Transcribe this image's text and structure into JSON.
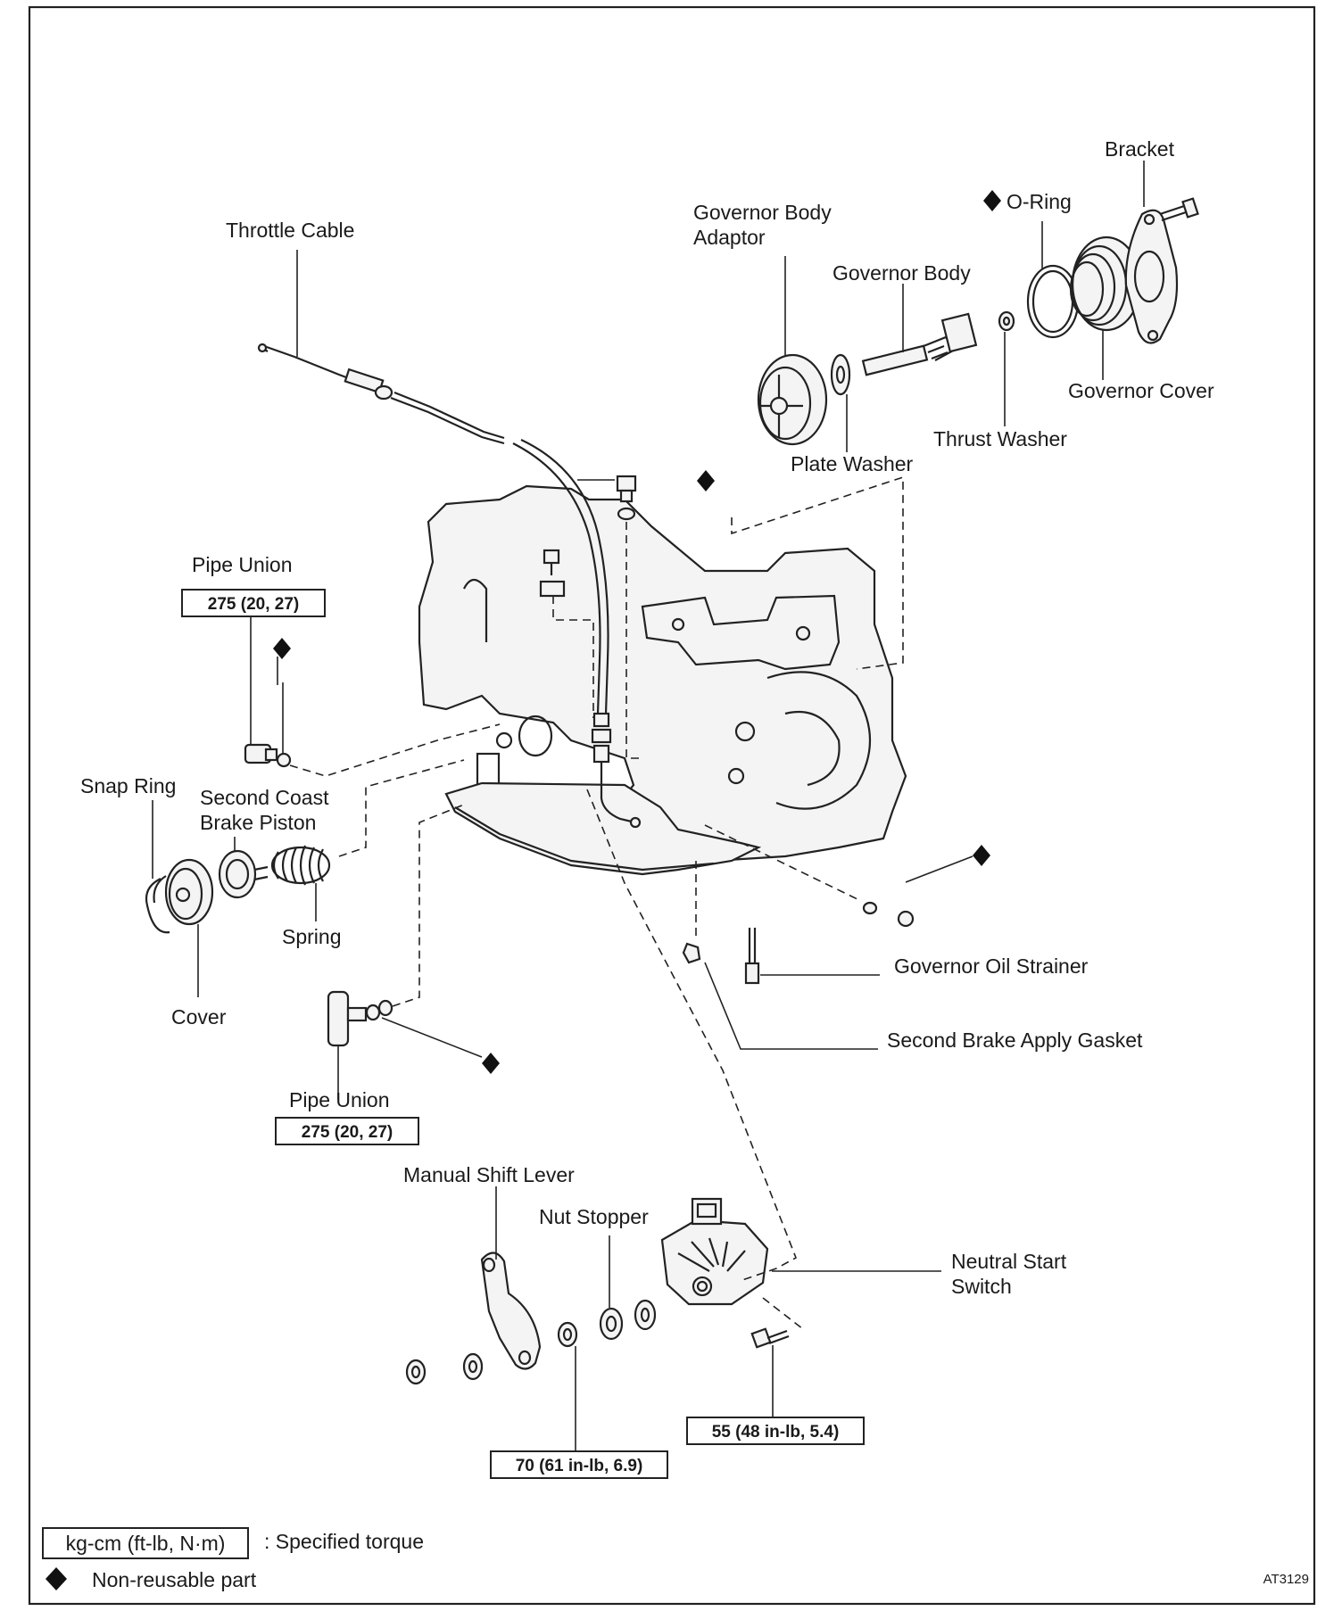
{
  "figure": {
    "labels": {
      "bracket": "Bracket",
      "o_ring": "O-Ring",
      "governor_body_adaptor_line1": "Governor Body",
      "governor_body_adaptor_line2": "Adaptor",
      "governor_body": "Governor Body",
      "throttle_cable": "Throttle Cable",
      "governor_cover": "Governor Cover",
      "thrust_washer": "Thrust Washer",
      "plate_washer": "Plate Washer",
      "pipe_union_upper": "Pipe Union",
      "snap_ring": "Snap Ring",
      "second_coast_brake_piston_line1": "Second Coast",
      "second_coast_brake_piston_line2": "Brake Piston",
      "spring": "Spring",
      "cover": "Cover",
      "governor_oil_strainer": "Governor Oil Strainer",
      "second_brake_apply_gasket": "Second Brake Apply Gasket",
      "pipe_union_lower": "Pipe Union",
      "manual_shift_lever": "Manual Shift Lever",
      "nut_stopper": "Nut Stopper",
      "neutral_start_switch_line1": "Neutral Start",
      "neutral_start_switch_line2": "Switch"
    },
    "torque_specs": {
      "pipe_union_upper": "275 (20, 27)",
      "pipe_union_lower": "275 (20, 27)",
      "neutral_start_switch_bolt": "55 (48 in-lb, 5.4)",
      "manual_shift_lever_nut": "70 (61 in-lb, 6.9)"
    },
    "legend": {
      "torque_unit_box": "kg-cm (ft-lb, N·m)",
      "torque_unit_desc": ": Specified torque",
      "non_reusable_desc": "Non-reusable part"
    },
    "figure_code": "AT3129"
  }
}
